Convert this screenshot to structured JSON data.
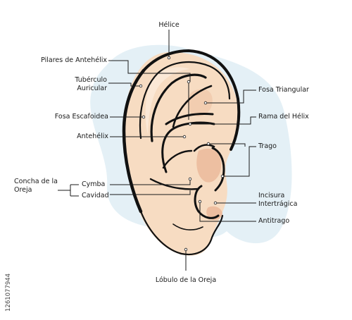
{
  "diagram": {
    "labels": {
      "helice": "Hélice",
      "pilares": "Pilares de Antehélix",
      "tuberculo_1": "Tubérculo",
      "tuberculo_2": "Auricular",
      "fosa_escafoidea": "Fosa Escafoidea",
      "antehelix": "Antehélix",
      "concha_1": "Concha de la",
      "concha_2": "Oreja",
      "cymba": "Cymba",
      "cavidad": "Cavidad",
      "fosa_triangular": "Fosa Triangular",
      "rama_helix": "Rama del Hélix",
      "trago": "Trago",
      "incisura_1": "Incisura",
      "incisura_2": "Intertrágica",
      "antitrago": "Antitrago",
      "lobulo": "Lóbulo de la Oreja"
    },
    "colors": {
      "skin": "#f7dcc2",
      "skin_shadow": "#eab596",
      "background_blob": "#e4f0f6",
      "outline": "#111111"
    }
  },
  "watermark": {
    "id_text": "1261077944"
  }
}
